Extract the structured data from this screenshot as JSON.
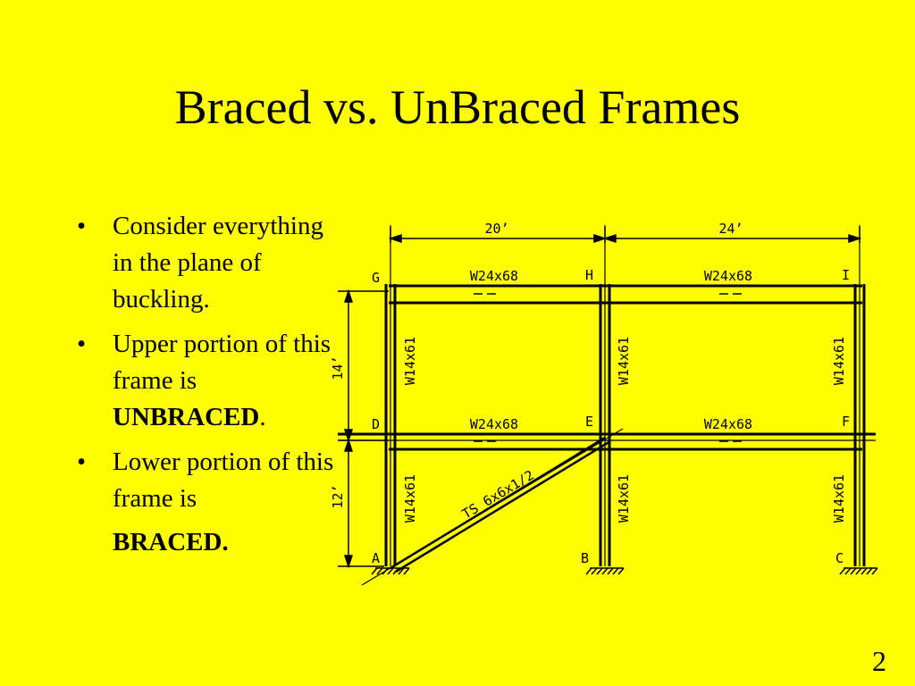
{
  "title": "Braced vs. UnBraced Frames",
  "bullets": [
    {
      "text": "Consider everything in the plane of buckling.",
      "bold": ""
    },
    {
      "text": "Upper portion of this frame is ",
      "bold": "UNBRACED",
      "suffix": "."
    },
    {
      "text": "Lower portion of this frame is",
      "bold": "BRACED",
      "suffix": "."
    }
  ],
  "bullet_glyph": "•",
  "page_number": "2",
  "diagram": {
    "dimensions": {
      "span_left": "20’",
      "span_right": "24’",
      "story_upper": "14’",
      "story_lower": "12’"
    },
    "nodes": {
      "A": "A",
      "B": "B",
      "C": "C",
      "D": "D",
      "E": "E",
      "F": "F",
      "G": "G",
      "H": "H",
      "I": "I"
    },
    "beam_label": "W24x68",
    "column_label": "W14x61",
    "brace_label": "TS 6x6x1/2"
  },
  "colors": {
    "background": "#FFFF00",
    "ink": "#000000"
  }
}
